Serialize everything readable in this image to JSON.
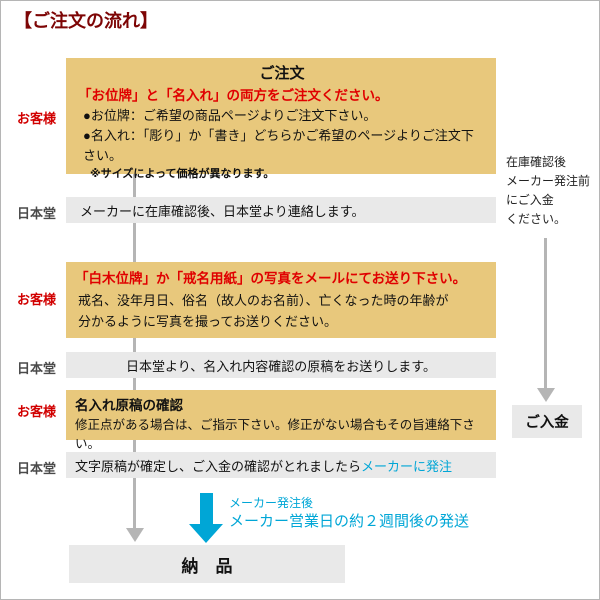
{
  "page": {
    "title": "【ご注文の流れ】"
  },
  "actors": {
    "customer": "お客様",
    "shop": "日本堂"
  },
  "steps": {
    "order": {
      "title": "ご注文",
      "warning": "「お位牌」と「名入れ」の両方をご注文ください。",
      "bullet1": "●お位牌：ご希望の商品ページよりご注文下さい。",
      "bullet2": "●名入れ：「彫り」か「書き」どちらかご希望のページよりご注文下さい。",
      "note": "※サイズによって価格が異なります。"
    },
    "stock_check": {
      "text": "メーカーに在庫確認後、日本堂より連絡します。"
    },
    "photo": {
      "title": "「白木位牌」か「戒名用紙」の写真をメールにてお送り下さい。",
      "body": "戒名、没年月日、俗名（故人のお名前）、亡くなった時の年齢が\n分かるように写真を撮ってお送りください。"
    },
    "draft": {
      "text": "日本堂より、名入れ内容確認の原稿をお送りします。"
    },
    "confirm": {
      "title": "名入れ原稿の確認",
      "body": "修正点がある場合は、ご指示下さい。修正がない場合もその旨連絡下さい。"
    },
    "order_to_maker": {
      "prefix": "文字原稿が確定し、ご入金の確認がとれましたら",
      "highlight": "メーカーに発注"
    },
    "delivery": {
      "label": "納　品"
    }
  },
  "payment": {
    "side_note": "在庫確認後\nメーカー発注前\nにご入金\nください。",
    "box_label": "ご入金"
  },
  "shipping": {
    "line1": "メーカー発注後",
    "line2": "メーカー営業日の約２週間後の発送"
  },
  "colors": {
    "title_red": "#7d0505",
    "highlight_red": "#e00000",
    "customer_red": "#d10000",
    "step_yellow": "#e8c87c",
    "step_gray": "#e9e9e9",
    "accent_cyan": "#00a6d6",
    "arrow_gray": "#b5b5b5"
  }
}
